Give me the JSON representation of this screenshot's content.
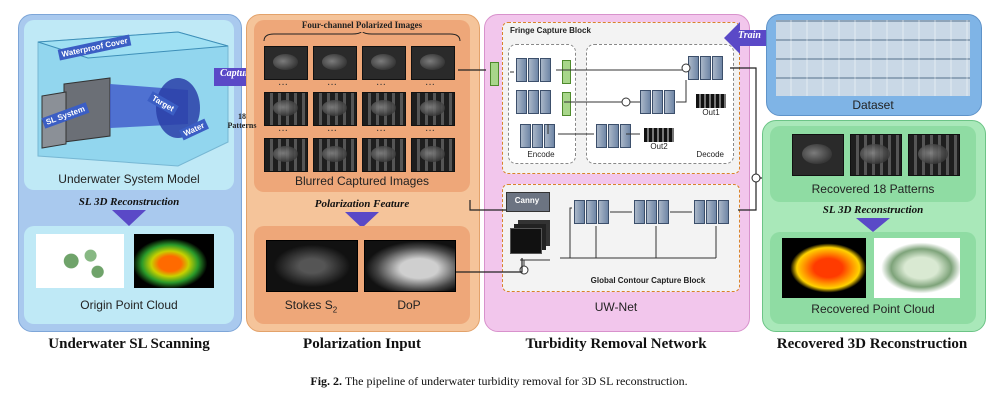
{
  "panels": {
    "scanning": {
      "model_label": "Underwater System Model",
      "labels": {
        "waterproof": "Waterproof Cover",
        "sl": "SL System",
        "target": "Target",
        "water": "Water"
      },
      "reconstruction": "SL 3D Reconstruction",
      "cloud_label": "Origin Point Cloud",
      "heading": "Underwater SL Scanning"
    },
    "polarization": {
      "top_label": "Four-channel Polarized Images",
      "patterns_label": "18\nPatterns",
      "blurred_label": "Blurred Captured Images",
      "feature_label": "Polarization Feature",
      "stokes_label": "Stokes S",
      "stokes_sub": "2",
      "dop_label": "DoP",
      "heading": "Polarization Input"
    },
    "network": {
      "fringe_label": "Fringe Capture Block",
      "encode_label": "Encode",
      "decode_label": "Decode",
      "out1": "Out1",
      "out2": "Out2",
      "canny": "Canny",
      "global_label": "Global Contour Capture Block",
      "name": "UW-Net",
      "heading": "Turbidity Removal Network"
    },
    "reconstruction": {
      "dataset_label": "Dataset",
      "recovered_patterns": "Recovered 18 Patterns",
      "sl_recon": "SL 3D Reconstruction",
      "recovered_cloud": "Recovered Point Cloud",
      "heading": "Recovered 3D Reconstruction"
    }
  },
  "arrows": {
    "capture": "Capture",
    "train": "Train"
  },
  "caption": {
    "prefix": "Fig. 2.",
    "text": "The pipeline of underwater turbidity removal for 3D SL reconstruction."
  },
  "colors": {
    "blue_panel": "#aee0f3",
    "orange_panel": "#f6cfa6",
    "pink_panel": "#f4c8ea",
    "green_panel": "#b7ecc6",
    "arrow": "#5a49c7"
  }
}
